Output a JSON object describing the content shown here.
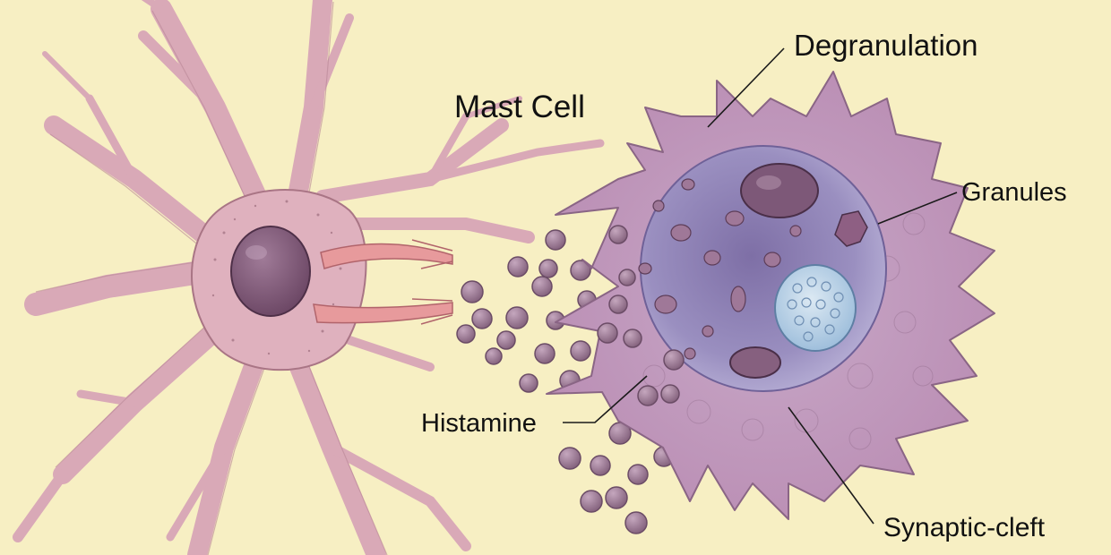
{
  "labels": {
    "degranulation": "Degranulation",
    "mast_cell": "Mast Cell",
    "granules": "Granules",
    "histamine": "Histamine",
    "synaptic_cleft": "Synaptic-cleft"
  },
  "colors": {
    "background": "#f7efc3",
    "neuron": "#dfb1be",
    "neuron_outline": "#a97585",
    "nucleus": "#7d5775",
    "mast_cell_body": "#c9a3c2",
    "mast_cell_inner": "#8c80b3",
    "granule": "#9c7d96",
    "vesicle_blue": "#b9d1e4",
    "axon_terminal": "#e79a9c"
  }
}
